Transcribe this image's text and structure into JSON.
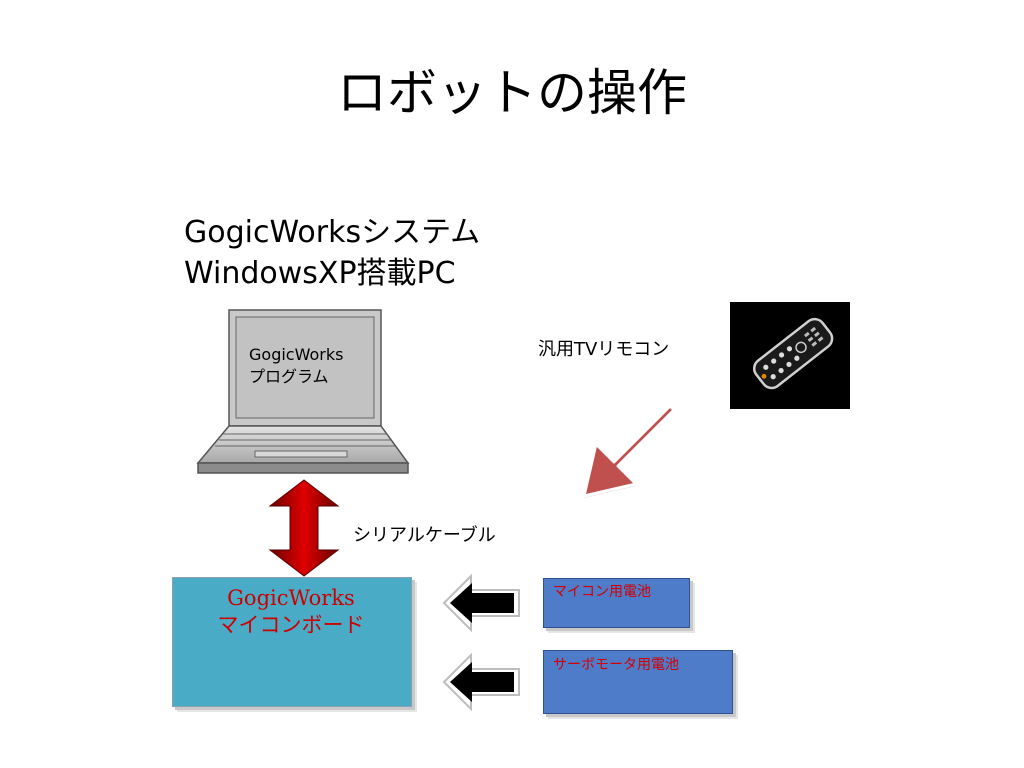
{
  "slide": {
    "title": "ロボットの操作"
  },
  "system": {
    "line1": "GogicWorksシステム",
    "line2": "WindowsXP搭載PC"
  },
  "laptop": {
    "screen_line1": "GogicWorks",
    "screen_line2": "プログラム"
  },
  "remote": {
    "label": "汎用TVリモコン"
  },
  "cable": {
    "label": "シリアルケーブル"
  },
  "board": {
    "line1": "GogicWorks",
    "line2": "マイコンボード"
  },
  "batteries": {
    "mcu": "マイコン用電池",
    "servo": "サーボモータ用電池"
  },
  "colors": {
    "board_fill": "#4aabc6",
    "board_text": "#cc0000",
    "battery_fill": "#4f7cc9",
    "battery_text": "#d20000",
    "remote_arrow": "#c0504d",
    "cable_arrow": "#c00000",
    "battery_arrow": "#000000"
  },
  "icons": {
    "laptop": "laptop-icon",
    "remote": "tv-remote-photo",
    "cable_arrow": "double-headed-arrow-icon",
    "remote_arrow": "arrow-down-left-icon",
    "battery_arrow": "arrow-left-icon"
  }
}
